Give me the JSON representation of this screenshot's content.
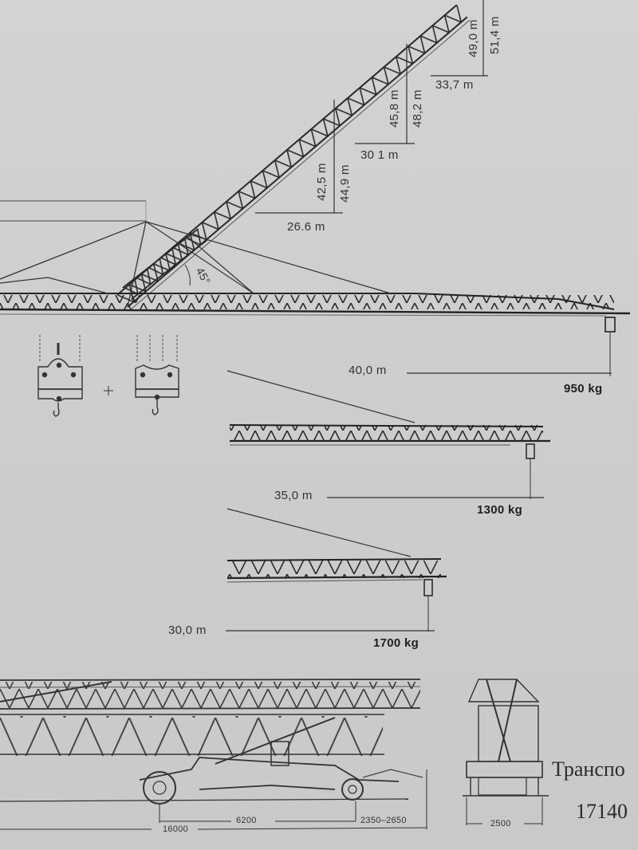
{
  "raised_jib": {
    "angle_label": "45°",
    "positions": [
      {
        "radius": "26.6 m",
        "height_a": "42,5 m",
        "height_b": "44,9 m"
      },
      {
        "radius": "30 1 m",
        "height_a": "45,8 m",
        "height_b": "48,2 m"
      },
      {
        "radius": "33,7 m",
        "height_a": "49,0 m",
        "height_b": "51,4 m"
      }
    ]
  },
  "hook_blocks": {
    "combine_symbol": "+"
  },
  "horizontal_jibs": [
    {
      "length": "40,0 m",
      "load": "950 kg"
    },
    {
      "length": "35,0 m",
      "load": "1300 kg"
    },
    {
      "length": "30,0 m",
      "load": "1700 kg"
    }
  ],
  "transport": {
    "overall_length": "16000",
    "wheelbase": "6200",
    "rear_overhang": "2350–2650",
    "width": "2500",
    "caption_text": "Транспо",
    "caption_number": "17140"
  },
  "colors": {
    "paper": "#cfcfcd",
    "ink": "#2a2a2a"
  }
}
